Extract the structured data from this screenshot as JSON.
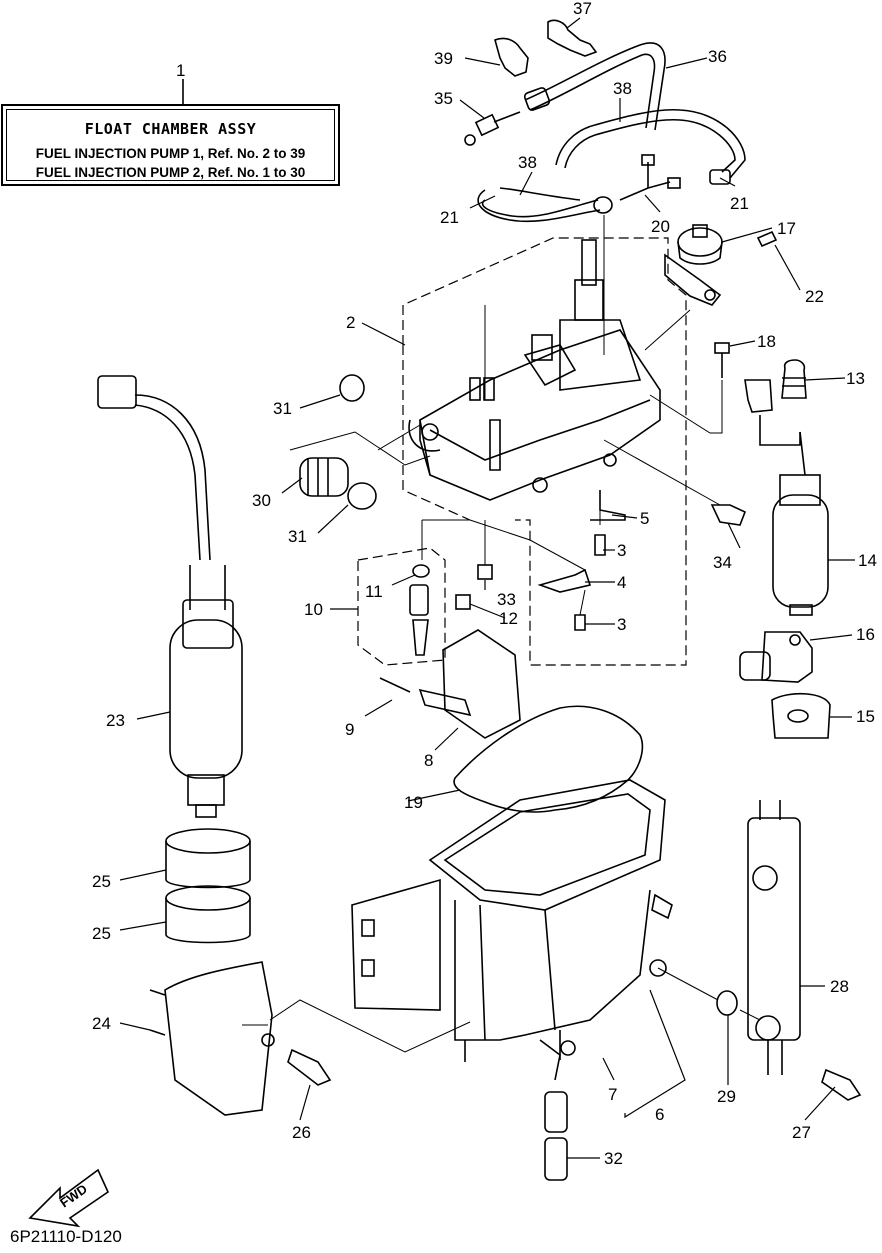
{
  "header": {
    "ref_number": "1",
    "title": "FLOAT CHAMBER ASSY",
    "line1": "FUEL INJECTION PUMP 1, Ref. No. 2 to 39",
    "line2": "FUEL INJECTION PUMP 2, Ref. No. 1 to 30"
  },
  "diagram_code": "6P21110-D120",
  "fwd_label": "FWD",
  "callouts": {
    "c2": "2",
    "c3a": "3",
    "c3b": "3",
    "c4": "4",
    "c5": "5",
    "c6": "6",
    "c7": "7",
    "c8": "8",
    "c9": "9",
    "c10": "10",
    "c11": "11",
    "c12": "12",
    "c13": "13",
    "c14": "14",
    "c15": "15",
    "c16": "16",
    "c17": "17",
    "c18": "18",
    "c19": "19",
    "c20": "20",
    "c21a": "21",
    "c21b": "21",
    "c22": "22",
    "c23": "23",
    "c24": "24",
    "c25a": "25",
    "c25b": "25",
    "c26": "26",
    "c27": "27",
    "c28": "28",
    "c29": "29",
    "c30": "30",
    "c31a": "31",
    "c31b": "31",
    "c32": "32",
    "c33": "33",
    "c34": "34",
    "c35": "35",
    "c36": "36",
    "c37": "37",
    "c38a": "38",
    "c38b": "38",
    "c39": "39"
  }
}
